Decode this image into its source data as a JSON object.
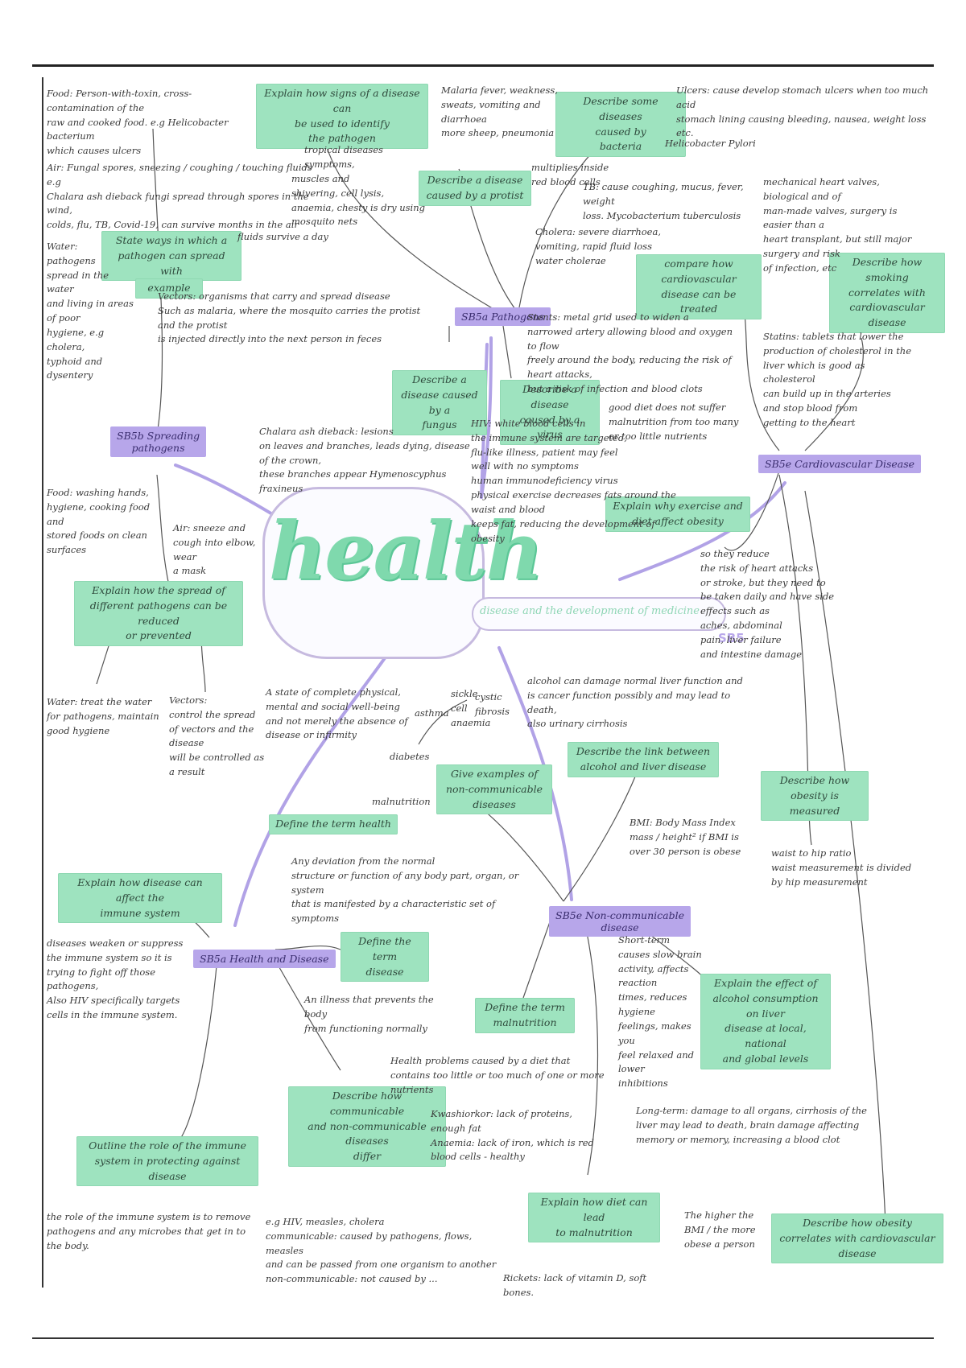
{
  "title": "health",
  "subtitle": "disease and the development of medicine",
  "tag": "SB5",
  "colors": {
    "highlight_green": "#9ee3bf",
    "topic_purple": "#b7a6ea",
    "title_green": "#7fd9ad",
    "line_purple": "#b1a2e6"
  },
  "topics": {
    "pathogens": "SB5a Pathogens",
    "spreading": "SB5b Spreading\npathogens",
    "cardio": "SB5e Cardiovascular Disease",
    "noncomm": "SB5e Non-communicable\ndisease",
    "health": "SB5a Health and Disease"
  },
  "questions": {
    "signs": "Explain how signs of a disease can\nbe used to identify\nthe pathogen",
    "bacteria": "Describe some diseases\ncaused by\nbacteria",
    "protist": "Describe a disease\ncaused by a protist",
    "ways_spread": "State ways in which a\npathogen can spread with",
    "example": "example",
    "fungus": "Describe a\ndisease caused by a\nfungus",
    "virus": "Describe a disease\ncaused by a virus",
    "compare_cardio": "compare how\ncardiovascular disease can be\ntreated",
    "smoking": "Describe how smoking\ncorrelates with\ncardiovascular disease",
    "diet_obesity": "Explain why exercise and\ndiet affect obesity",
    "reduce_spread": "Explain how the spread of\ndifferent pathogens can be reduced\nor prevented",
    "link_alcohol": "Describe the link between\nalcohol and liver disease",
    "obesity_measured": "Describe how\nobesity is measured",
    "non_comm_examples": "Give examples of\nnon-communicable\ndiseases",
    "define_health": "Define the term health",
    "immune_affect": "Explain how disease can affect the\nimmune system",
    "define_disease": "Define the term\ndisease",
    "alcohol_effect": "Explain the effect of\nalcohol consumption on liver\ndisease at local, national\nand global levels",
    "malnutrition": "Define the term\nmalnutrition",
    "outline_immune": "Outline the role of the immune\nsystem in protecting against disease",
    "comm_differ": "Describe how communicable\nand non-communicable diseases\ndiffer",
    "diet_malnutrition": "Explain how diet can lead\nto malnutrition",
    "obesity_cardio": "Describe how obesity\ncorrelates with cardiovascular disease"
  },
  "notes": {
    "food_water": "Food: Person-with-toxin, cross-contamination of the\nraw and cooked food. e.g Helicobacter bacterium\nwhich causes ulcers",
    "air_water": "Air: Fungal spores, sneezing / coughing / touching fluids e.g\nChalara ash dieback fungi spread through spores in the wind,\ncolds, flu, TB, Covid-19, can survive months in the air",
    "water_lines": "Water:\npathogens\nspread in the water\nand living in areas of poor\nhygiene, e.g cholera,\ntyphoid and dysentery",
    "fluids_survive": "fluids survive a day",
    "vectors": "Vectors: organisms that carry and spread disease\nSuch as malaria, where the mosquito carries the protist and the protist\nis injected directly into the next person in feces",
    "malaria_sym": "Malaria fever, weakness,\nsweats, vomiting and diarrhoea\nmore sheep, pneumonia",
    "multiplies": "multiplies inside\nred blood cells",
    "tropical": "tropical diseases\nsymptoms,",
    "muscles": "muscles and\nshivering, cell lysis,\nanaemia, chesty is dry using\nmosquito nets",
    "ulcers": "Ulcers: cause develop stomach ulcers when too much acid\nstomach lining causing bleeding, nausea, weight loss etc.",
    "helicobacter": "Helicobacter Pylori",
    "tb": "TB: cause coughing, mucus, fever, weight\nloss. Mycobacterium tuberculosis",
    "cholera": "Cholera: severe diarrhoea,\nvomiting, rapid fluid loss\nwater cholerae",
    "mechanical": "mechanical heart valves, biological and of\nman-made valves, surgery is easier than a\nheart transplant, but still major surgery and risk\nof infection, etc",
    "stents": "Stents: metal grid used to widen a\nnarrowed artery allowing blood and oxygen to flow\nfreely around the body, reducing the risk of heart attacks,\nbut a risk of infection and blood clots",
    "statins": "Statins: tablets that lower the\nproduction of cholesterol in the\nliver which is good as cholesterol\ncan build up in the arteries\nand stop blood from\ngetting to the heart",
    "chalara": "Chalara ash dieback: lesions\non leaves and branches, leads dying, disease of the crown,\nthese branches appear Hymenoscyphus fraxineus",
    "hiv": "HIV: white blood cells in\nthe immune system are targeted,\nflu-like illness, patient may feel\nwell with no symptoms\nhuman immunodeficiency virus\nphysical exercise decreases fats around the waist and blood\nkeeps fat, reducing the development of obesity",
    "good_diet": "good diet does not suffer\nmalnutrition from too many\nor too little nutrients",
    "food_hands": "Food: washing hands,\nhygiene, cooking food and\nstored foods on clean\nsurfaces",
    "air_sneeze": "Air: sneeze and\ncough into elbow, wear\na mask",
    "so_reduce": "so they reduce\nthe risk of heart attacks\nor stroke, but they need to\nbe taken daily and have side\neffects such as\naches, abdominal\npain, liver failure\nand intestine damage",
    "water_treat": "Water: treat the water\nfor pathogens, maintain\ngood hygiene",
    "vector_control": "Vectors:\ncontrol the spread\nof vectors and the disease\nwill be controlled as\na result",
    "define_health_text": "A state of complete physical,\nmental and social well-being\nand not merely the absence of\ndisease or infirmity",
    "cystic": "cystic\nfibrosis",
    "asthma": "asthma",
    "sickle": "sickle\ncell\nanaemia",
    "diabetes": "diabetes",
    "malnutrition_word": "malnutrition",
    "alcohol_damage": "alcohol can damage normal liver function and\nis cancer function possibly and may lead to death,\nalso urinary cirrhosis",
    "bmi": "BMI: Body Mass Index\nmass / height² if BMI is\nover 30 person is obese",
    "waist_hip": "waist to hip ratio\nwaist measurement is divided\nby hip measurement",
    "deviation": "Any deviation from the normal\nstructure or function of any body part, organ, or system\nthat is manifested by a characteristic set of symptoms",
    "illness": "An illness that prevents the body\nfrom functioning normally",
    "weakens": "diseases weaken or suppress\nthe immune system so it is\ntrying to fight off those pathogens,\nAlso HIV specifically targets\ncells in the immune system.",
    "short_term": "Short-term\ncauses slow brain\nactivity, affects reaction\ntimes, reduces hygiene\nfeelings, makes you\nfeel relaxed and lower\ninhibitions",
    "long_term": "Long-term: damage to all organs, cirrhosis of the\nliver may lead to death, brain damage affecting\nmemory or memory, increasing a blood clot",
    "health_problems": "Health problems caused by a diet that\ncontains too little or too much of one or more nutrients",
    "kwashiorkor": "Kwashiorkor: lack of proteins, enough fat\nAnaemia: lack of iron, which is red\nblood cells - healthy",
    "immune_role": "the role of the immune system is to remove\npathogens and any microbes that get in to\nthe body.",
    "comm_diff": "e.g HIV, measles, cholera\ncommunicable: caused by pathogens, flows, measles\nand can be passed from one organism to another\nnon-communicable: not caused by ...",
    "higher_bmi": "The higher the\nBMI / the more\nobese a person",
    "rickets": "Rickets: lack of vitamin D, soft bones."
  }
}
